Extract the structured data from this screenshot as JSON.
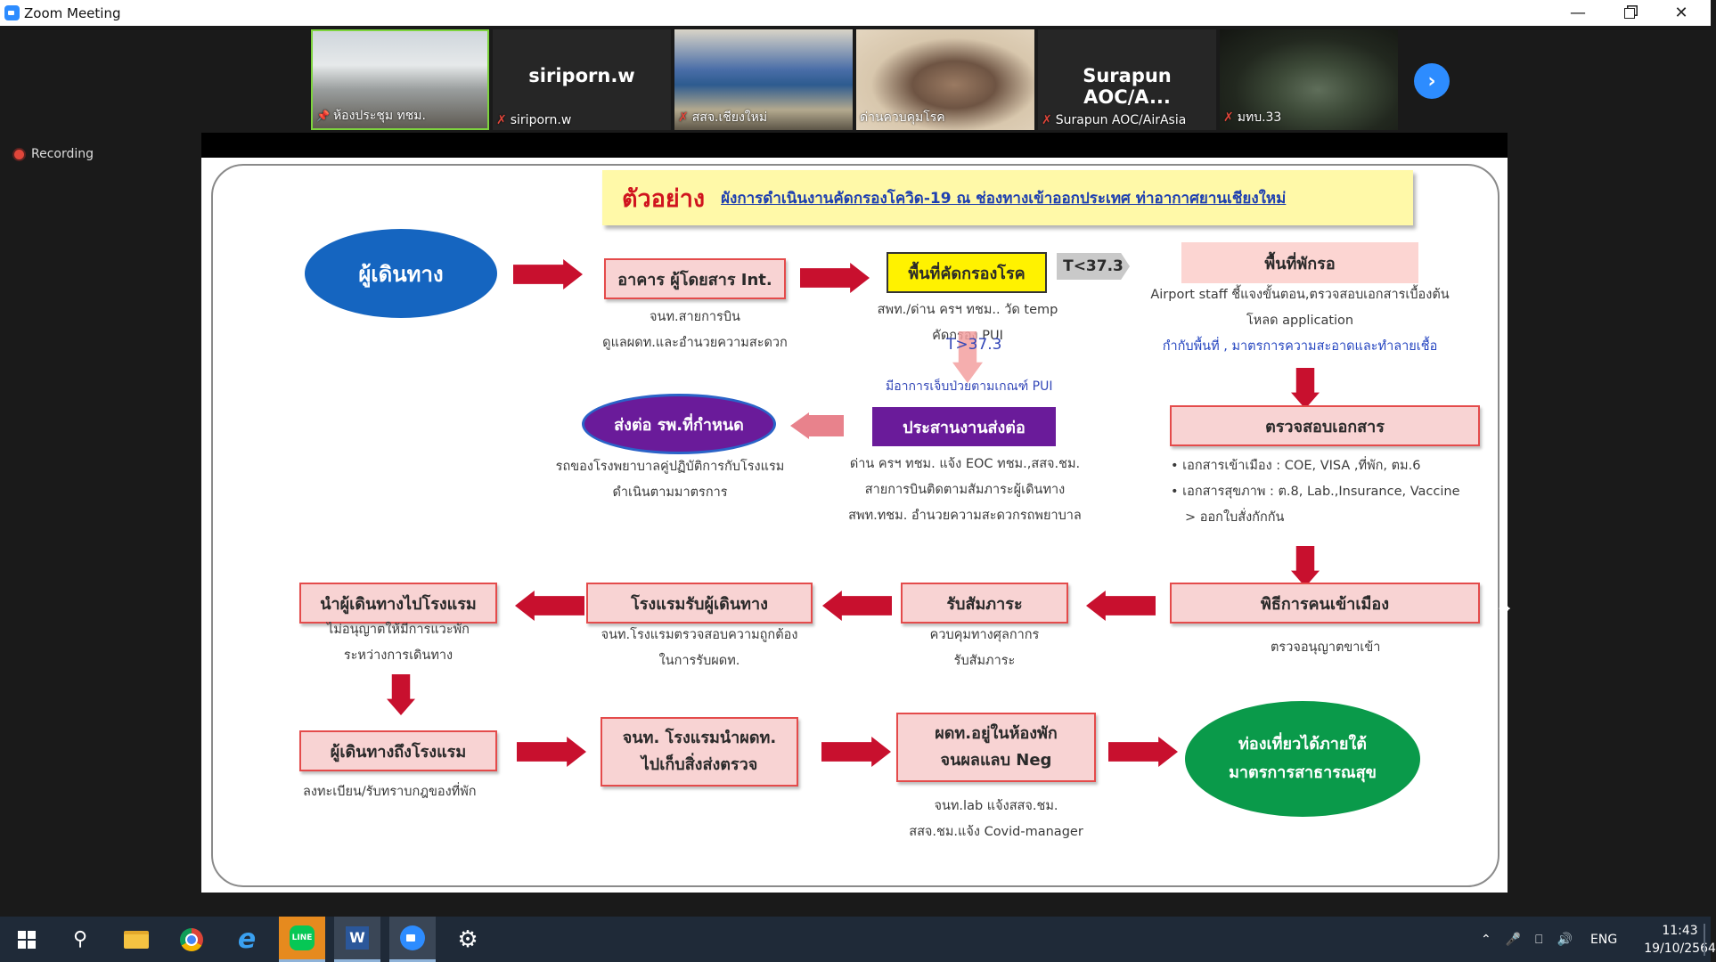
{
  "window": {
    "title": "Zoom Meeting"
  },
  "participants": [
    {
      "name": "ห้องประชุม ทชม.",
      "pinned": true,
      "video": "room"
    },
    {
      "name": "siriporn.w",
      "display": "siriporn.w",
      "muted": true,
      "video": "none"
    },
    {
      "name": "สสจ.เชียงใหม่",
      "muted": true,
      "video": "room2"
    },
    {
      "name": "ด่านควบคุมโรค",
      "muted": false,
      "video": "woman"
    },
    {
      "name": "Surapun AOC/AirAsia",
      "display": "Surapun AOC/A...",
      "muted": true,
      "video": "none"
    },
    {
      "name": "มทบ.33",
      "muted": true,
      "video": "officer"
    }
  ],
  "recording": {
    "label": "Recording"
  },
  "slide": {
    "title_prefix": "ตัวอย่าง",
    "title_main": "ผังการดำเนินงานคัดกรองโควิด-19 ณ ช่องทางเข้าออกประเทศ ท่าอากาศยานเชียงใหม่",
    "traveler": "ผู้เดินทาง",
    "terminal": "อาคาร ผู้โดยสาร Int.",
    "terminal_note1": "จนท.สายการบิน",
    "terminal_note2": "ดูแลผดท.และอำนวยความสะดวก",
    "screening": "พื้นที่คัดกรองโรค",
    "temp_low": "T<37.3",
    "screening_note1": "สพท./ด่าน ครฯ ทชม.. วัด temp",
    "screening_note2": "คัดกรอง PUI",
    "temp_high": "T>37.3",
    "screening_note3": "มีอาการเจ็บป่วยตามเกณฑ์ PUI",
    "waiting": "พื้นที่พักรอ",
    "waiting_note1": "Airport staff ชี้แจงขั้นตอน,ตรวจสอบเอกสารเบื้องต้น",
    "waiting_note2": "โหลด application",
    "waiting_note3": "กำกับพื้นที่ , มาตรการความสะอาดและทำลายเชื้อ",
    "hospital": "ส่งต่อ รพ.ที่กำหนด",
    "hospital_note1": "รถของโรงพยาบาลคู่ปฏิบัติการกับโรงแรม",
    "hospital_note2": "ดำเนินตามมาตรการ",
    "coord": "ประสานงานส่งต่อ",
    "coord_note1": "ด่าน ครฯ ทชม. แจ้ง EOC ทชม.,สสจ.ชม.",
    "coord_note2": "สายการบินติดตามสัมภาระผู้เดินทาง",
    "coord_note3": "สพท.ทชม. อำนวยความสะดวกรถพยาบาล",
    "docs": "ตรวจสอบเอกสาร",
    "docs_note1": "• เอกสารเข้าเมือง : COE, VISA ,ที่พัก, ตม.6",
    "docs_note2": "• เอกสารสุขภาพ : ต.8, Lab.,Insurance, Vaccine",
    "docs_note3": "> ออกใบสั่งกักกัน",
    "immigration": "พิธีการคนเข้าเมือง",
    "immigration_note": "ตรวจอนุญาตขาเข้า",
    "baggage": "รับสัมภาระ",
    "baggage_note1": "ควบคุมทางศุลกากร",
    "baggage_note2": "รับสัมภาระ",
    "hotel_recv": "โรงแรมรับผู้เดินทาง",
    "hotel_recv_note1": "จนท.โรงแรมตรวจสอบความถูกต้อง",
    "hotel_recv_note2": "ในการรับผดท.",
    "to_hotel": "นำผู้เดินทางไปโรงแรม",
    "to_hotel_note1": "ไม่อนุญาตให้มีการแวะพัก",
    "to_hotel_note2": "ระหว่างการเดินทาง",
    "arrive_hotel": "ผู้เดินทางถึงโรงแรม",
    "arrive_hotel_note": "ลงทะเบียน/รับทราบกฎของที่พัก",
    "sample1": "จนท. โรงแรมนำผดท.",
    "sample2": "ไปเก็บสิ่งส่งตรวจ",
    "room1": "ผดท.อยู่ในห้องพัก",
    "room2": "จนผลแลบ Neg",
    "room_note1": "จนท.lab แจ้งสสจ.ชม.",
    "room_note2": "สสจ.ชม.แจ้ง Covid-manager",
    "tour1": "ท่องเที่ยวได้ภายใต้",
    "tour2": "มาตรการสาธารณสุข"
  },
  "taskbar": {
    "lang": "ENG",
    "time": "11:43",
    "date": "19/10/2564"
  },
  "colors": {
    "zoom_blue": "#2d8cff",
    "arrow_red": "#c8102e",
    "traveler_blue": "#1565c0",
    "hospital_purple": "#6a1b9a",
    "tour_green": "#0a9a4a",
    "screening_yellow": "#fff200"
  }
}
